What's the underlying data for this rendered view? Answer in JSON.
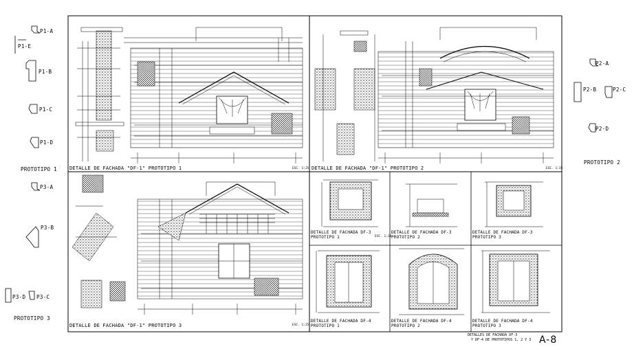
{
  "sheet": {
    "number": "A-8"
  },
  "left_keys": {
    "p1": [
      {
        "id": "p1a",
        "label": "P1-A"
      },
      {
        "id": "p1e",
        "label": "P1-E"
      },
      {
        "id": "p1b",
        "label": "P1-B"
      },
      {
        "id": "p1c",
        "label": "P1-C"
      },
      {
        "id": "p1d",
        "label": "P1-D"
      }
    ],
    "p1_title": "PROTOTIPO 1",
    "p3": [
      {
        "id": "p3a",
        "label": "P3-A"
      },
      {
        "id": "p3b",
        "label": "P3-B"
      },
      {
        "id": "p3d",
        "label": "P3-D"
      },
      {
        "id": "p3c",
        "label": "P3-C"
      }
    ],
    "p3_title": "PROTOTIPO 3"
  },
  "right_keys": {
    "p2": [
      {
        "id": "p2a",
        "label": "P2-A"
      },
      {
        "id": "p2b",
        "label": "P2-B"
      },
      {
        "id": "p2c",
        "label": "P2-C"
      },
      {
        "id": "p2d",
        "label": "P2-D"
      }
    ],
    "p2_title": "PROTOTIPO 2"
  },
  "captions": {
    "panel1": "DETALLE DE FACHADA \"DF-1\" PROTOTIPO 1",
    "panel2": "DETALLE DE FACHADA \"DF-1\" PROTOTIPO 2",
    "panel3": "DETALLE DE FACHADA \"DF-1\" PROTOTIPO 3",
    "df3_1a": "DETALLE DE FACHADA DF-3",
    "df3_1b": "PROTOTIPO 1",
    "df3_2a": "DETALLE DE FACHADA DF-3",
    "df3_2b": "PROTOTIPO 2",
    "df3_3a": "DETALLE DE FACHADA DF-3",
    "df3_3b": "PROTOTIPO 3",
    "df4_1a": "DETALLE DE FACHADA DF-4",
    "df4_1b": "PROTOTIPO 1",
    "df4_2a": "DETALLE DE FACHADA DF-4",
    "df4_2b": "PROTOTIPO 2",
    "df4_3a": "DETALLE DE FACHADA DF-4",
    "df4_3b": "PROTOTIPO 3",
    "scale1": "ESC. 1:25",
    "scale2": "ESC. 1:25",
    "scale3": "ESC. 1:25",
    "scale_small": "ESC. 1:20",
    "footer1": "DETALLES DE FACHADA DF-3",
    "footer2": "Y DF-4 DE PROTOTIPOS 1, 2 Y 3"
  }
}
